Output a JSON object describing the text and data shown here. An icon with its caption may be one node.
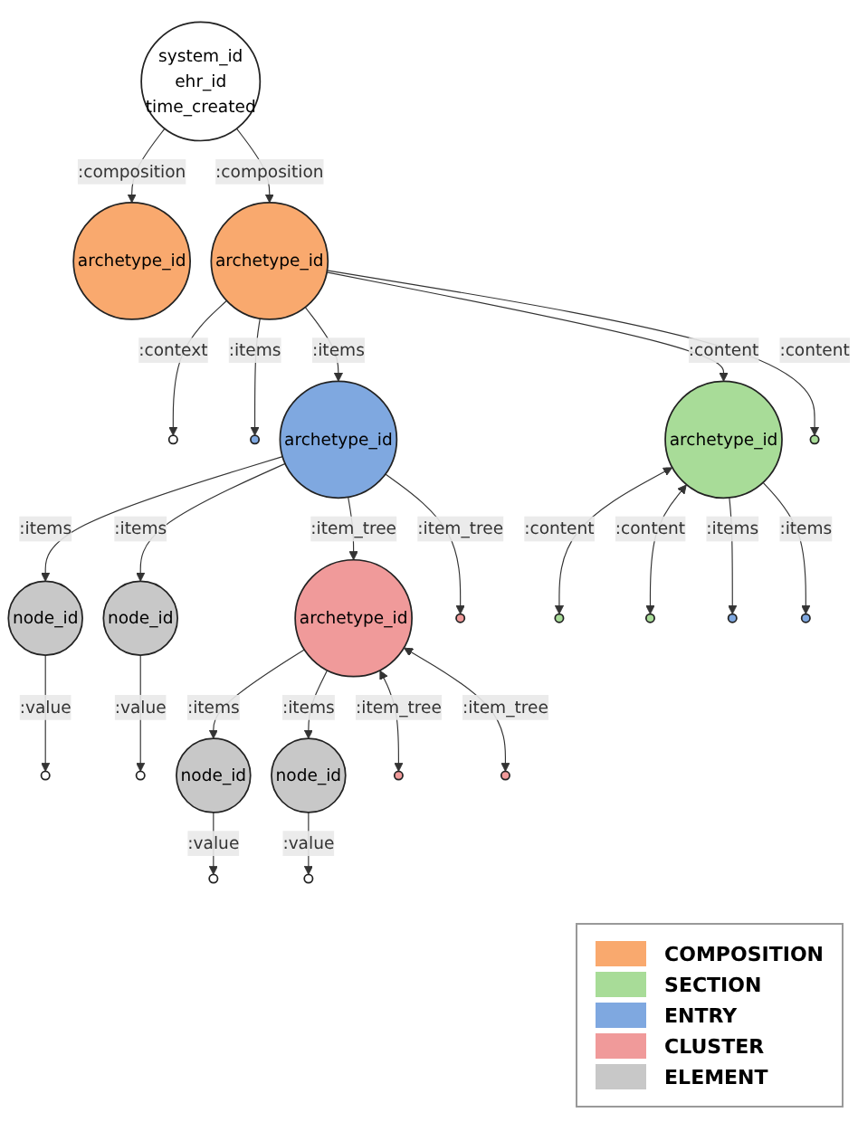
{
  "diagram": {
    "nodes": [
      {
        "text": [
          "system_id",
          "ehr_id",
          "time_created"
        ]
      },
      {
        "text": [
          "archetype_id"
        ]
      },
      {
        "text": [
          "archetype_id"
        ]
      },
      {
        "text": [],
        "shape": "circle"
      },
      {
        "text": [],
        "shape": "circle"
      },
      {
        "text": [],
        "shape": "circle"
      },
      {
        "text": [
          "archetype_id"
        ]
      },
      {
        "text": [
          "archetype_id"
        ]
      },
      {
        "text": [],
        "shape": "circle"
      },
      {
        "text": [
          "node_id"
        ]
      },
      {
        "text": [],
        "shape": "circle"
      },
      {
        "text": [
          "node_id"
        ]
      },
      {
        "text": [],
        "shape": "circle"
      },
      {
        "text": [],
        "shape": "circle"
      },
      {
        "text": [],
        "shape": "circle"
      },
      {
        "text": [],
        "shape": "circle"
      },
      {
        "text": [],
        "shape": "circle"
      },
      {
        "text": [
          "archetype_id"
        ]
      },
      {
        "text": [
          "node_id"
        ]
      },
      {
        "text": [
          "node_id"
        ]
      },
      {
        "text": [],
        "shape": "circle"
      },
      {
        "text": [],
        "shape": "circle"
      },
      {
        "text": [],
        "shape": "circle"
      },
      {
        "text": [],
        "shape": "circle"
      }
    ],
    "edges": [
      {
        "from": 0,
        "to": 1,
        "arrow": "to",
        "label": ":composition"
      },
      {
        "from": 0,
        "to": 2,
        "arrow": "to",
        "label": ":composition"
      },
      {
        "from": 2,
        "to": 3,
        "arrow": "to",
        "label": ":context"
      },
      {
        "from": 2,
        "to": 4,
        "arrow": "to",
        "label": ":items"
      },
      {
        "from": 2,
        "to": 6,
        "arrow": "to",
        "label": ":items"
      },
      {
        "from": 2,
        "to": 7,
        "arrow": "to",
        "label": ":content"
      },
      {
        "from": 2,
        "to": 5,
        "arrow": "to",
        "label": ":content"
      },
      {
        "from": 6,
        "to": 9,
        "arrow": "to",
        "label": ":items"
      },
      {
        "from": 6,
        "to": 11,
        "arrow": "to",
        "label": ":items"
      },
      {
        "from": 6,
        "to": 17,
        "arrow": "to",
        "label": ":item_tree"
      },
      {
        "from": 6,
        "to": 12,
        "arrow": "to",
        "label": ":item_tree"
      },
      {
        "from": 7,
        "to": 8,
        "arrow": "both",
        "label": ":content"
      },
      {
        "from": 7,
        "to": 10,
        "arrow": "both",
        "label": ":content"
      },
      {
        "from": 7,
        "to": 14,
        "arrow": "to",
        "label": ":items"
      },
      {
        "from": 7,
        "to": 15,
        "arrow": "to",
        "label": ":items"
      },
      {
        "from": 9,
        "to": 13,
        "arrow": "to",
        "label": ":value"
      },
      {
        "from": 11,
        "to": 16,
        "arrow": "to",
        "label": ":value"
      },
      {
        "from": 17,
        "to": 18,
        "arrow": "to",
        "label": ":items"
      },
      {
        "from": 17,
        "to": 19,
        "arrow": "to",
        "label": ":items"
      },
      {
        "from": 17,
        "to": 20,
        "arrow": "both",
        "label": ":item_tree"
      },
      {
        "from": 17,
        "to": 21,
        "arrow": "both",
        "label": ":item_tree"
      },
      {
        "from": 18,
        "to": 22,
        "arrow": "to",
        "label": ":value"
      },
      {
        "from": 19,
        "to": 23,
        "arrow": "to",
        "label": ":value"
      }
    ],
    "legend": [
      {
        "text": "COMPOSITION",
        "color": "#f9a96e"
      },
      {
        "text": "SECTION",
        "color": "#a8dc98"
      },
      {
        "text": "ENTRY",
        "color": "#7fa8e0"
      },
      {
        "text": "CLUSTER",
        "color": "#f09a9a"
      },
      {
        "text": "ELEMENT",
        "color": "#c8c8c8"
      }
    ]
  }
}
